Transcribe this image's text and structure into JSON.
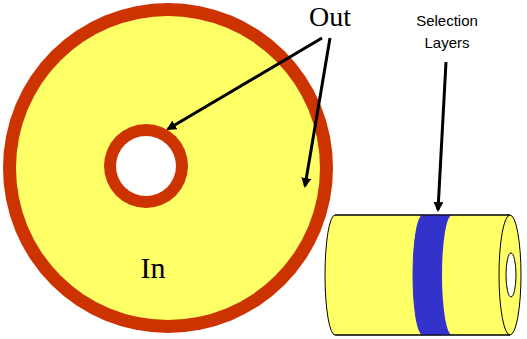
{
  "diagram": {
    "labels": [
      "Out",
      "In",
      "Selection Layers"
    ]
  }
}
